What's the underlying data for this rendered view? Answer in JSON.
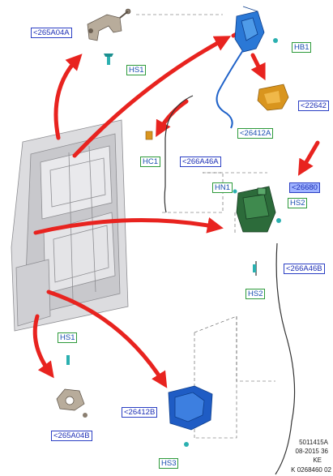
{
  "callouts": {
    "c265A04A": "<265A04A",
    "hs1_top": "HS1",
    "hb1": "HB1",
    "c22642": "<22642",
    "c26412A": "<26412A",
    "hc1": "HC1",
    "c266A46A": "<266A46A",
    "c26680": "<26680",
    "hn1": "HN1",
    "hs2_a": "HS2",
    "c266A46B": "<266A46B",
    "hs2_b": "HS2",
    "hs1_bottom": "HS1",
    "c265A04B": "<265A04B",
    "c26412B": "<26412B",
    "hs3": "HS3"
  },
  "footer": {
    "line1": "5011415A",
    "line2": "08-2015 36",
    "line3": "KE",
    "line4": "K 0268460 02"
  },
  "colors": {
    "arrow_red": "#e8231f",
    "latch_blue": "#1f62c9",
    "latch_green": "#2c6b3a",
    "bracket_orange": "#d9951e",
    "door_gray": "#cfcfd2",
    "callout_blue": "#2b3fc4",
    "callout_green": "#2d9a3a",
    "highlight": "#9fb3ff"
  }
}
